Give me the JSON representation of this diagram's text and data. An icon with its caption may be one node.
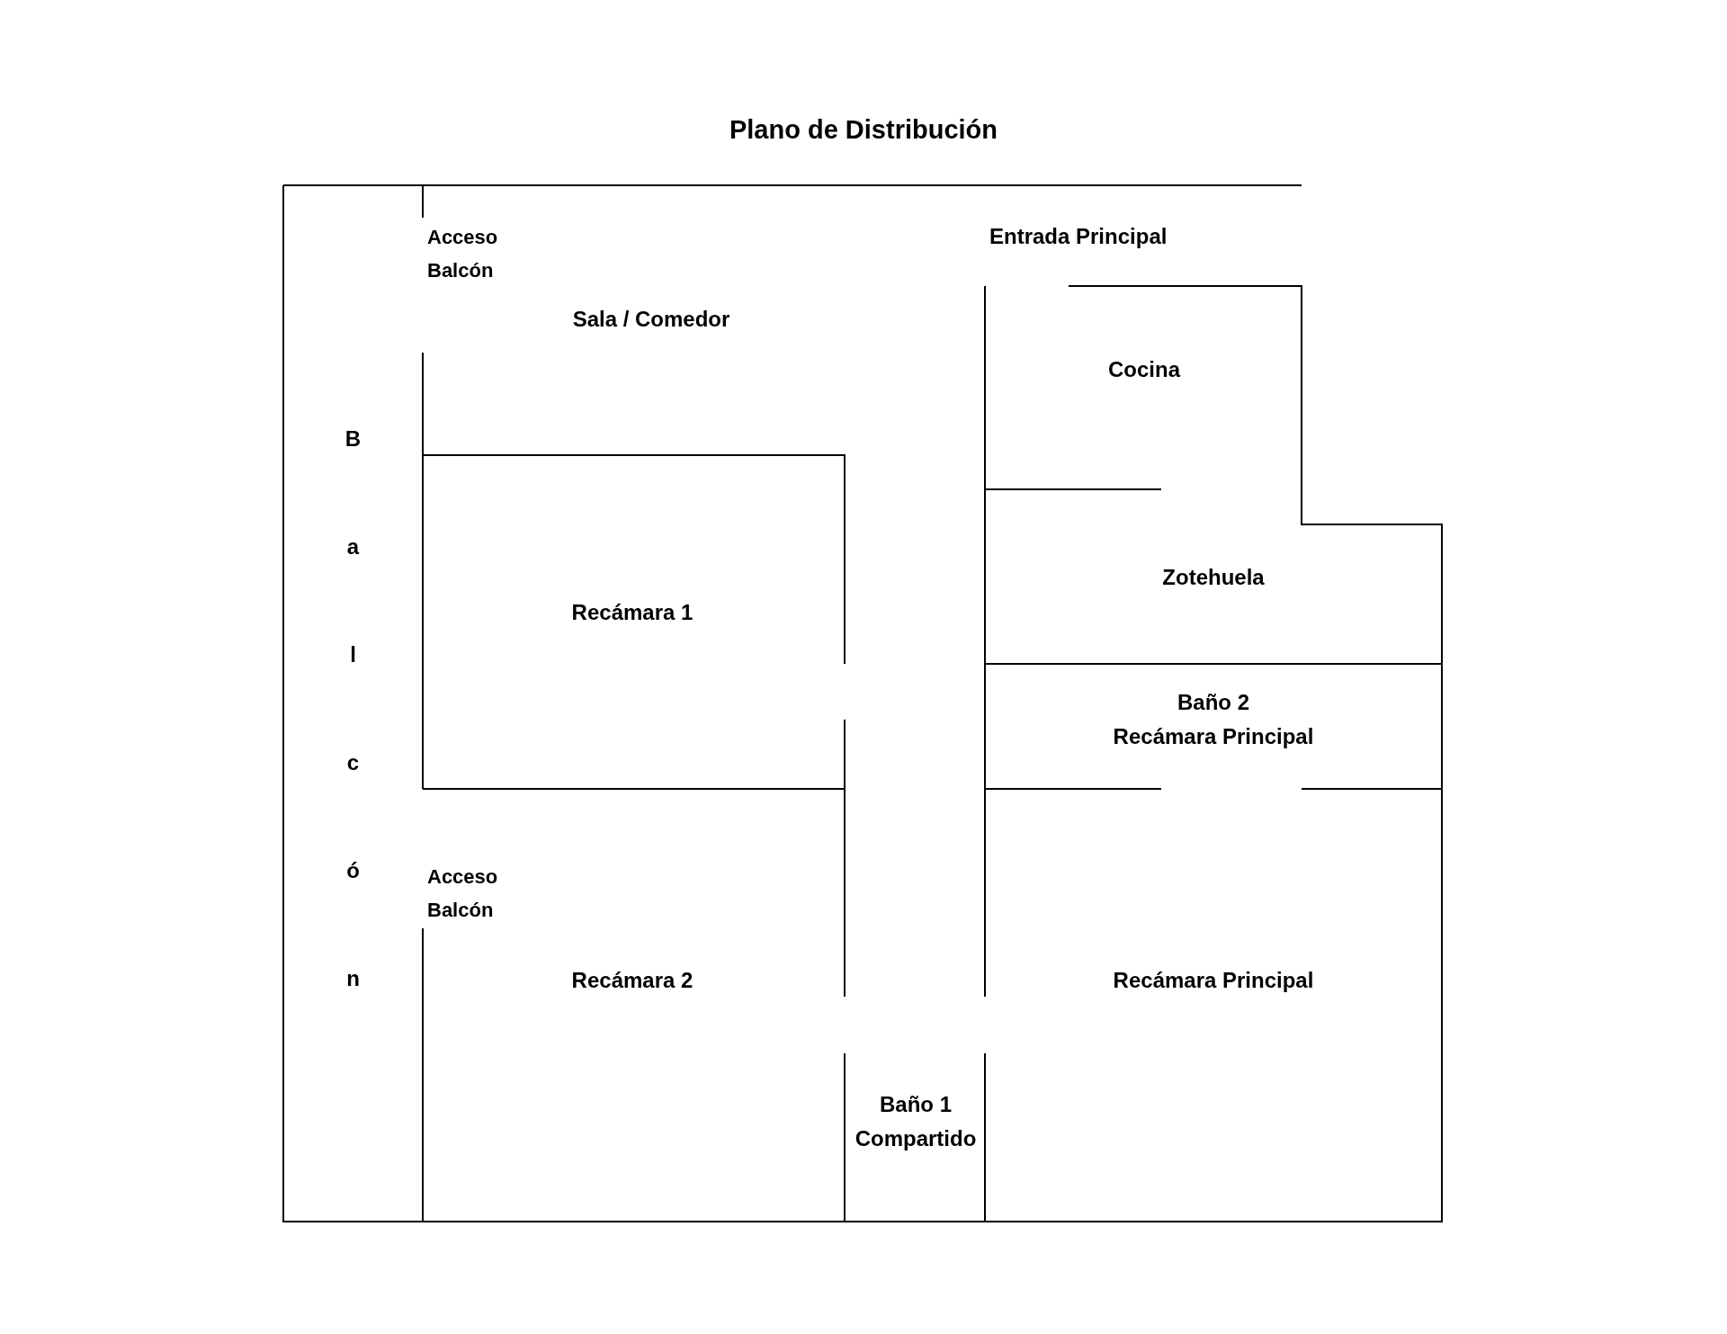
{
  "diagram": {
    "title": "Plano de Distribución",
    "nodes": [
      {
        "text": [
          "Sala / Comedor"
        ]
      },
      {
        "text": [
          "Cocina"
        ]
      },
      {
        "text": [
          "Balcón"
        ]
      },
      {
        "text": [
          "Zotehuela"
        ]
      },
      {
        "text": [
          "Recámara 1"
        ]
      },
      {
        "text": [
          "Baño 2",
          "Recámara Principal"
        ]
      },
      {
        "text": [
          "Recámara 2"
        ]
      },
      {
        "text": [
          "Recámara Principal"
        ]
      },
      {
        "text": [
          "Baño 1",
          "Compartido"
        ]
      }
    ],
    "edges": [],
    "labels": [
      "Acceso Balcón",
      "Entrada Principal",
      "Acceso Balcón"
    ]
  }
}
